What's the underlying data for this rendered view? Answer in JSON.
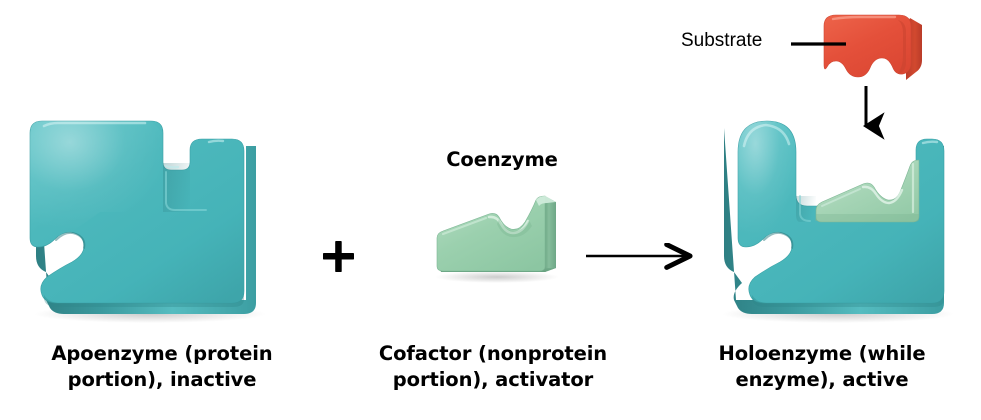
{
  "figure": {
    "background_color": "#ffffff",
    "title_visible": false,
    "equation": "Apoenzyme + Cofactor -> Holoenzyme"
  },
  "palette": {
    "enzyme_teal": "#45b3b8",
    "enzyme_teal_light": "#62c6c9",
    "enzyme_teal_dark": "#3b9a9e",
    "enzyme_teal_shadow": "#2f8185",
    "cofactor_green": "#95cdaa",
    "cofactor_green_light": "#b4dcc2",
    "cofactor_green_dark": "#79b490",
    "substrate_red": "#e4503a",
    "substrate_red_dark": "#c23f2d",
    "substrate_red_light": "#ef6a52",
    "ink_black": "#000000"
  },
  "panels": [
    {
      "id": "apoenzyme",
      "shape_name": "apoenzyme-puzzle-piece",
      "color": "#45b3b8",
      "caption": "Apoenzyme (protein\nportion), inactive"
    },
    {
      "id": "cofactor",
      "shape_name": "coenzyme-wedge",
      "color": "#95cdaa",
      "label": "Coenzyme",
      "caption": "Cofactor (nonprotein\nportion), activator"
    },
    {
      "id": "holoenzyme",
      "shape_name": "holoenzyme-complex",
      "color": "#45b3b8",
      "caption": "Holoenzyme (while\nenzyme), active"
    }
  ],
  "operators": {
    "plus_symbol": "+",
    "reaction_arrow_name": "reaction-arrow-right",
    "substrate_arrow_name": "substrate-arrow-down"
  },
  "substrate": {
    "label": "Substrate",
    "color": "#e4503a",
    "leader_line": true
  }
}
